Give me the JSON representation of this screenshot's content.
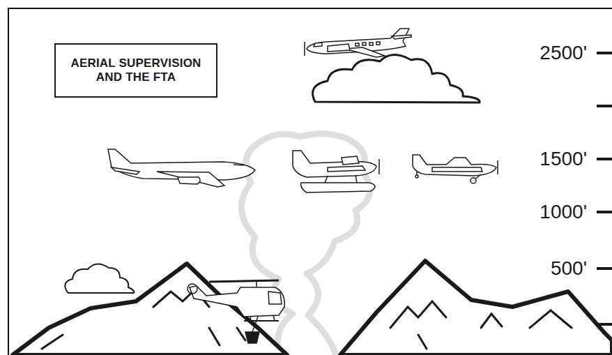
{
  "diagram": {
    "title": "AERIAL SUPERVISION AND THE FTA",
    "labels": [
      "2500'",
      "1500'",
      "1000'",
      "500'"
    ]
  }
}
